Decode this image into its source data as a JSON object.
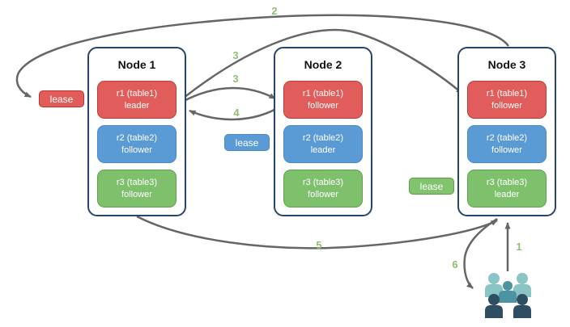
{
  "diagram": {
    "nodes": [
      {
        "title": "Node 1",
        "replicas": [
          {
            "label": "r1 (table1)",
            "role": "leader",
            "color": "red"
          },
          {
            "label": "r2 (table2)",
            "role": "follower",
            "color": "blue"
          },
          {
            "label": "r3 (table3)",
            "role": "follower",
            "color": "green"
          }
        ]
      },
      {
        "title": "Node 2",
        "replicas": [
          {
            "label": "r1 (table1)",
            "role": "follower",
            "color": "red"
          },
          {
            "label": "r2 (table2)",
            "role": "leader",
            "color": "blue"
          },
          {
            "label": "r3 (table3)",
            "role": "follower",
            "color": "green"
          }
        ]
      },
      {
        "title": "Node 3",
        "replicas": [
          {
            "label": "r1 (table1)",
            "role": "follower",
            "color": "red"
          },
          {
            "label": "r2 (table2)",
            "role": "follower",
            "color": "blue"
          },
          {
            "label": "r3 (table3)",
            "role": "leader",
            "color": "green"
          }
        ]
      }
    ],
    "leases": [
      {
        "label": "lease",
        "color": "red"
      },
      {
        "label": "lease",
        "color": "blue"
      },
      {
        "label": "lease",
        "color": "green"
      }
    ],
    "steps": {
      "s1": "1",
      "s2": "2",
      "s3a": "3",
      "s3b": "3",
      "s4": "4",
      "s5": "5",
      "s6": "6"
    },
    "arrows": [
      {
        "step": "1",
        "from": "users",
        "to": "node3"
      },
      {
        "step": "2",
        "from": "node3",
        "to": "lease-red"
      },
      {
        "step": "3",
        "from": "node1-r1-leader",
        "to": "node2-r1-follower"
      },
      {
        "step": "3",
        "from": "node1-r1-leader",
        "to": "node3-r1-follower"
      },
      {
        "step": "4",
        "from": "node2-r1-follower",
        "to": "node1-r1-leader"
      },
      {
        "step": "5",
        "from": "node1",
        "to": "node3"
      },
      {
        "step": "6",
        "from": "node3",
        "to": "users"
      }
    ],
    "icons": {
      "users": "users-icon"
    },
    "colors": {
      "red": "#e15d5b",
      "red_border": "#c23a35",
      "blue": "#5b9bd5",
      "blue_border": "#4a8ac9",
      "green": "#7fc06d",
      "green_border": "#60a14c",
      "node_border": "#25456b",
      "arrow": "#666666",
      "step_label": "#8fbf6f",
      "users_light": "#8ac4c4",
      "users_mid": "#4d93a1",
      "users_dark": "#2e4f61"
    }
  }
}
